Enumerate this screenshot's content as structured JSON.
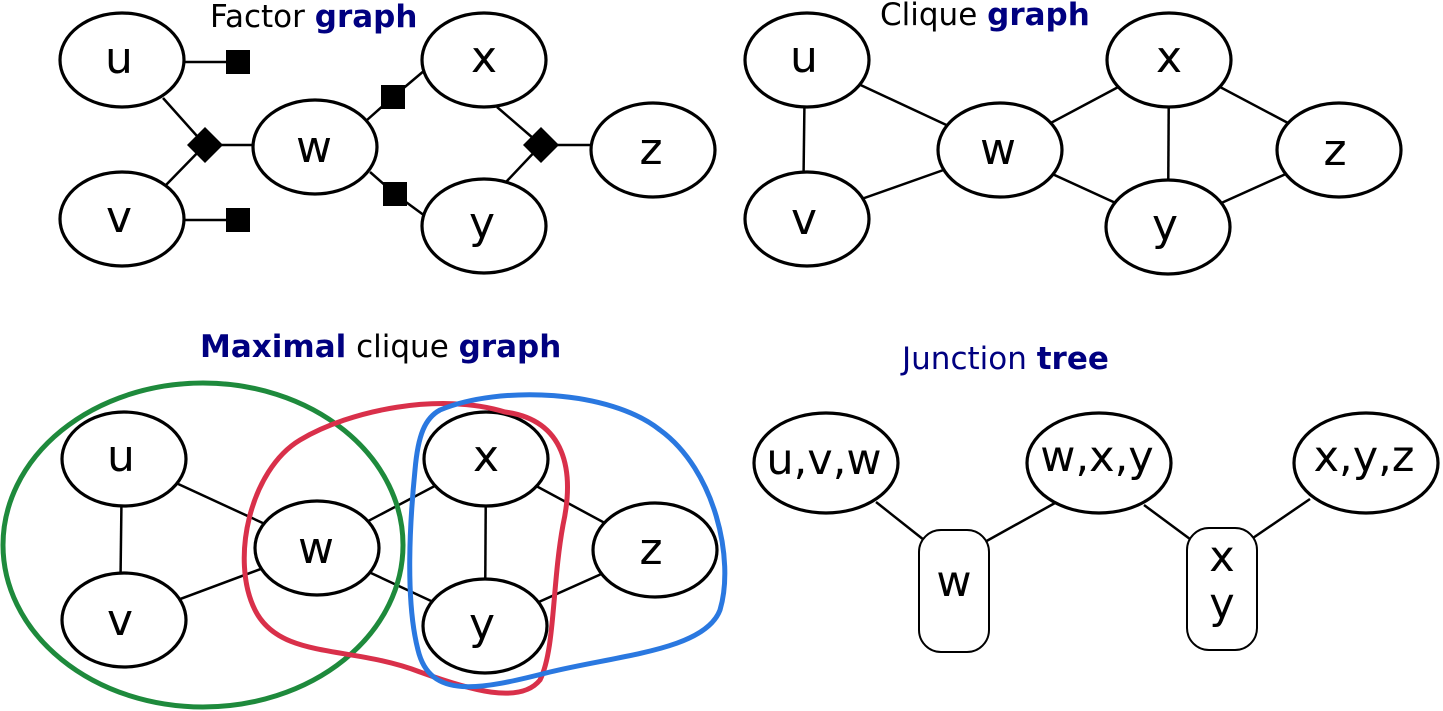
{
  "colors": {
    "title_accent": "#000080",
    "title_plain": "#000000",
    "hull_green": "#1e8a3c",
    "hull_red": "#d9304a",
    "hull_blue": "#2a78e0"
  },
  "factor_graph": {
    "title_plain": "Factor ",
    "title_bold": "graph",
    "nodes": {
      "u": "u",
      "v": "v",
      "w": "w",
      "x": "x",
      "y": "y",
      "z": "z"
    }
  },
  "clique_graph": {
    "title_plain": "Clique ",
    "title_bold": "graph",
    "nodes": {
      "u": "u",
      "v": "v",
      "w": "w",
      "x": "x",
      "y": "y",
      "z": "z"
    }
  },
  "maximal_clique_graph": {
    "title_bold": "Maximal",
    "title_plain": " clique ",
    "title_bold2": "graph",
    "nodes": {
      "u": "u",
      "v": "v",
      "w": "w",
      "x": "x",
      "y": "y",
      "z": "z"
    }
  },
  "junction_tree": {
    "title_plain": "Junction ",
    "title_bold": "tree",
    "cliques": {
      "uvw": "u,v,w",
      "wxy": "w,x,y",
      "xyz": "x,y,z"
    },
    "separators": {
      "w": "w",
      "xy_line1": "x",
      "xy_line2": "y"
    }
  }
}
